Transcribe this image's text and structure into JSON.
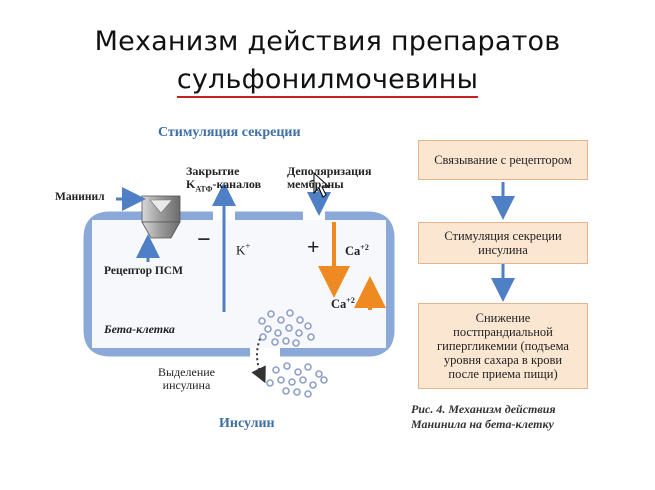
{
  "title": {
    "line1": "Механизм действия препаратов",
    "line2": "сульфонилмочевины"
  },
  "diagram": {
    "heading": "Стимуляция секреции",
    "manilil_label": "Манинил",
    "closure_label_line1": "Закрытие",
    "closure_label_k": "K",
    "closure_label_sub": "АТФ",
    "closure_label_rest": "-каналов",
    "depol_label_line1": "Деполяризация",
    "depol_label_line2": "мембраны",
    "minus_sign": "−",
    "plus_sign": "+",
    "k_ion": "K",
    "k_ion_sup": "+",
    "ca_ion": "Ca",
    "ca_ion_sup": "+2",
    "ca_ion2": "Ca",
    "ca_ion2_sup": "+2",
    "receptor_label": "Рецептор ПСМ",
    "cell_label": "Бета-клетка",
    "release_line1": "Выделение",
    "release_line2": "инсулина",
    "insulin_label": "Инсулин"
  },
  "flow": {
    "step1": "Связывание с рецептором",
    "step2_line1": "Стимуляция секреции",
    "step2_line2": "инсулина",
    "step3_line1": "Снижение",
    "step3_line2": "постпрандиальной",
    "step3_line3": "гипергликемии (подъема",
    "step3_line4": "уровня сахара в крови",
    "step3_line5": "после приема пищи)"
  },
  "caption": {
    "line1": "Рис. 4. Механизм действия",
    "line2": "Манинила на бета-клетку"
  },
  "colors": {
    "membrane": "#8aa8d8",
    "arrow_blue": "#4f7fc4",
    "arrow_orange": "#ef8a22",
    "heading_blue": "#3d6ea8",
    "granule": "#8e9fc9"
  }
}
